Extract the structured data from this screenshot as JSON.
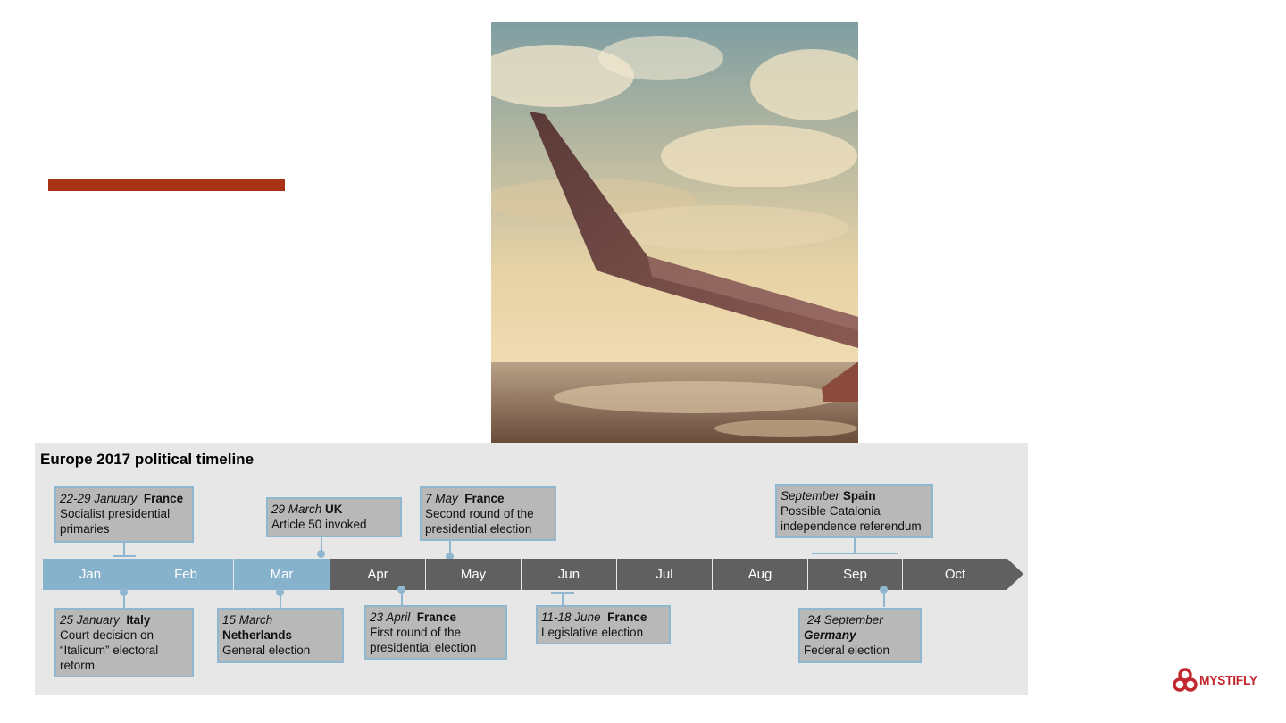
{
  "timeline": {
    "title": "Europe 2017 political timeline",
    "months": [
      "Jan",
      "Feb",
      "Mar",
      "Apr",
      "May",
      "Jun",
      "Jul",
      "Aug",
      "Sep",
      "Oct"
    ],
    "colors": {
      "past": "#86b2cc",
      "future": "#606060",
      "panel": "#e7e7e7",
      "box": "#b8b8b8"
    },
    "events_above": [
      {
        "date": "22-29 January",
        "country": "France",
        "line1": "Socialist presidential",
        "line2": "primaries"
      },
      {
        "date": "29 March",
        "country": "UK",
        "line1": "Article 50 invoked"
      },
      {
        "date": "7 May",
        "country": "France",
        "line1": "Second round of the",
        "line2": "presidential election"
      },
      {
        "date": "September",
        "country": "Spain",
        "line1": "Possible Catalonia",
        "line2": "independence referendum"
      }
    ],
    "events_below": [
      {
        "date": "25 January",
        "country": "Italy",
        "line1": "Court decision on",
        "line2": "“Italicum” electoral",
        "line3": "reform"
      },
      {
        "date": "15 March",
        "country": "Netherlands",
        "line1": "General election"
      },
      {
        "date": "23 April",
        "country": "France",
        "line1": "First round of the",
        "line2": "presidential election"
      },
      {
        "date": "11-18 June",
        "country": "France",
        "line1": "Legislative election"
      },
      {
        "date": "24 September",
        "country": "Germany",
        "line1": "Federal election"
      }
    ]
  },
  "brand": {
    "name": "MYSTIFLY",
    "color": "#c1272d",
    "icon": "mystifly-logo-icon"
  },
  "decor": {
    "accent_bar_color": "#a83215",
    "photo_icon": "airplane-wing-photo"
  }
}
